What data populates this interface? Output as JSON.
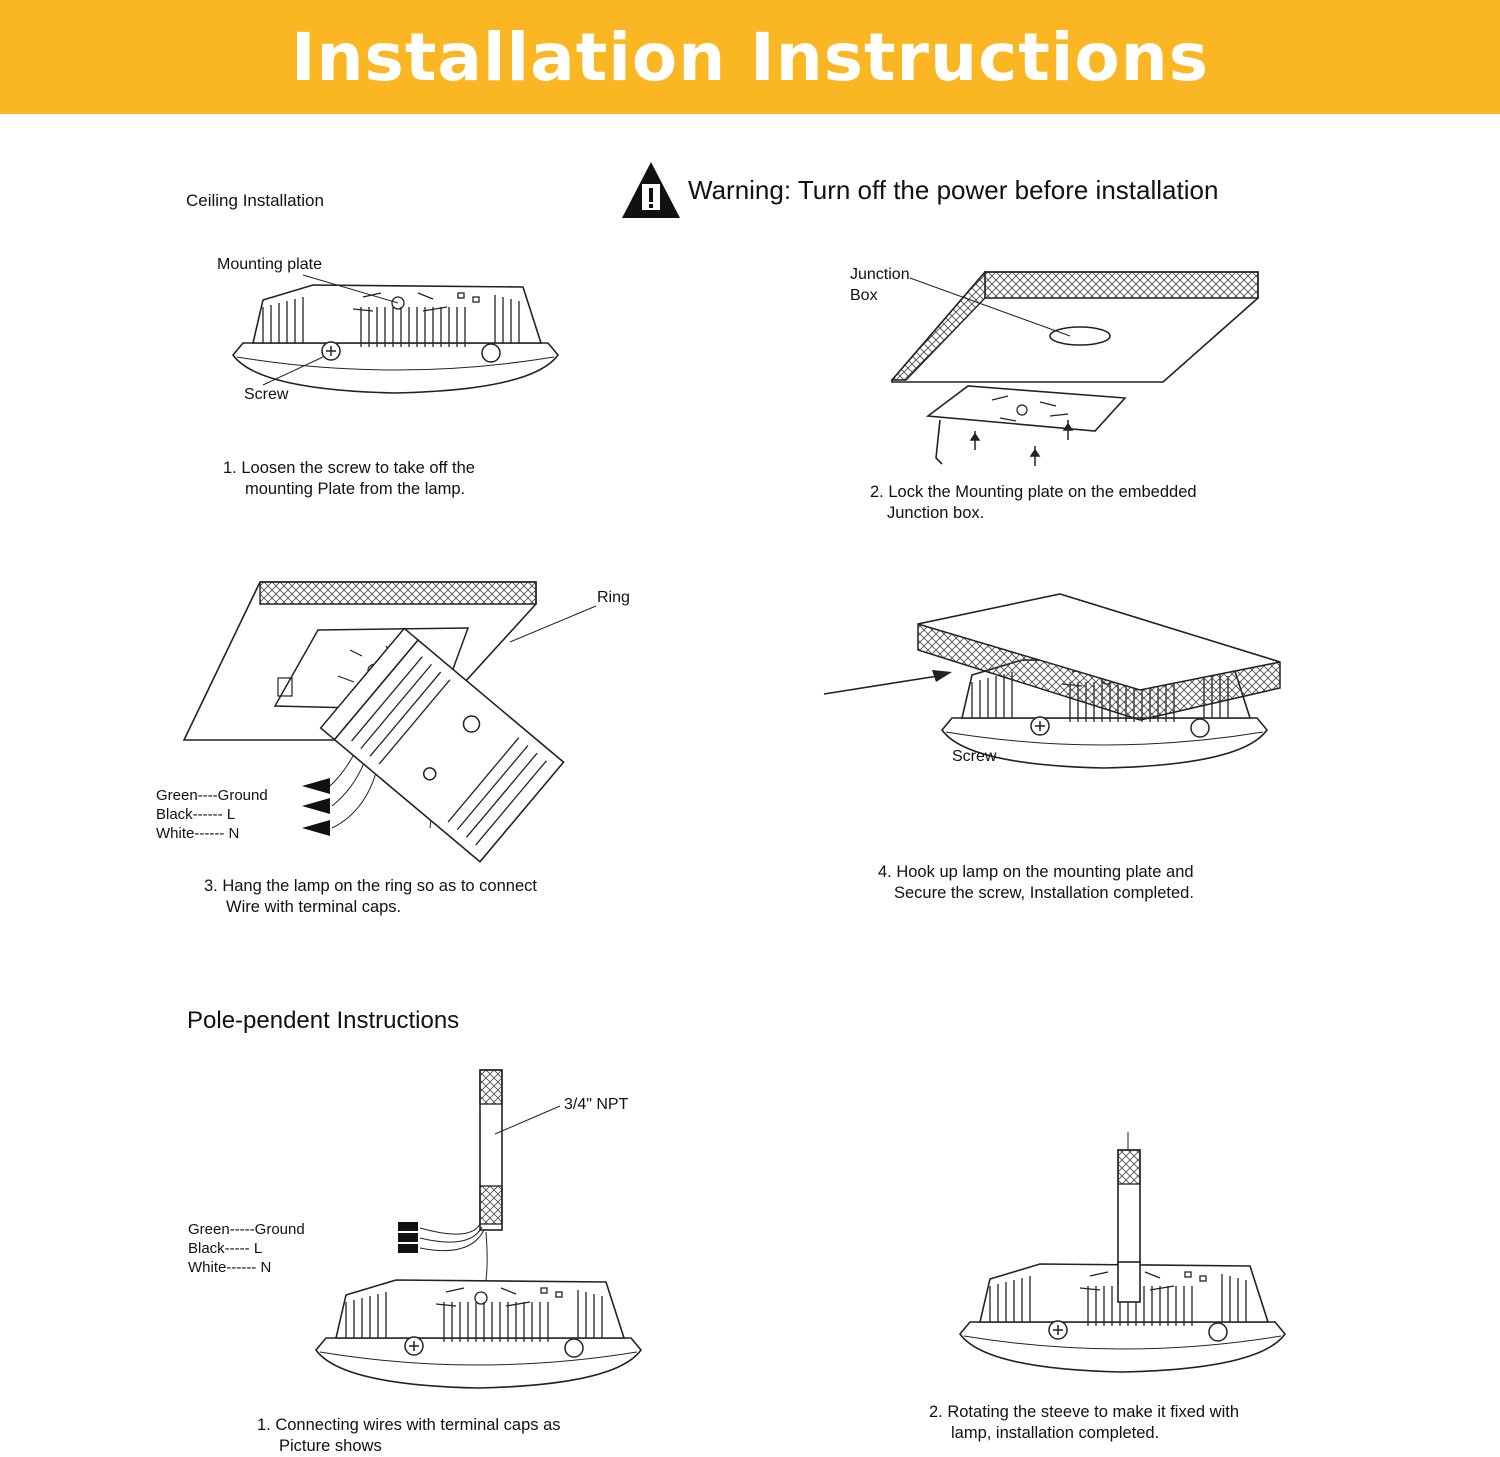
{
  "header": {
    "title": "Installation Instructions"
  },
  "warning": {
    "text": "Warning: Turn off the power before installation",
    "icon": "warning-triangle-icon"
  },
  "ceiling": {
    "heading": "Ceiling Installation",
    "step1": {
      "label_plate": "Mounting plate",
      "label_screw": "Screw",
      "line1": "1. Loosen the screw to take off the",
      "line2": "mounting Plate from  the lamp."
    },
    "step2": {
      "label_junction1": "Junction",
      "label_junction2": "Box",
      "line1": "2. Lock the Mounting plate on the embedded",
      "line2": "Junction box."
    },
    "step3": {
      "label_ring": "Ring",
      "wire_green": "Green----Ground",
      "wire_black": "Black------ L",
      "wire_white": "White------ N",
      "line1": "3. Hang the lamp on the ring so as to connect",
      "line2": "Wire with terminal caps."
    },
    "step4": {
      "label_screw": "Screw",
      "line1": "4. Hook  up lamp on the mounting plate and",
      "line2": "Secure the screw, Installation completed."
    }
  },
  "pole": {
    "heading": "Pole-pendent Instructions",
    "step1": {
      "label_npt": "3/4\" NPT",
      "wire_green": "Green-----Ground",
      "wire_black": "Black----- L",
      "wire_white": "White------ N",
      "line1": "1. Connecting wires with terminal caps as",
      "line2": "Picture shows"
    },
    "step2": {
      "line1": "2. Rotating the steeve to make it fixed with",
      "line2": "lamp, installation completed."
    }
  },
  "colors": {
    "banner": "#fbb623",
    "banner_text": "#ffffff"
  }
}
